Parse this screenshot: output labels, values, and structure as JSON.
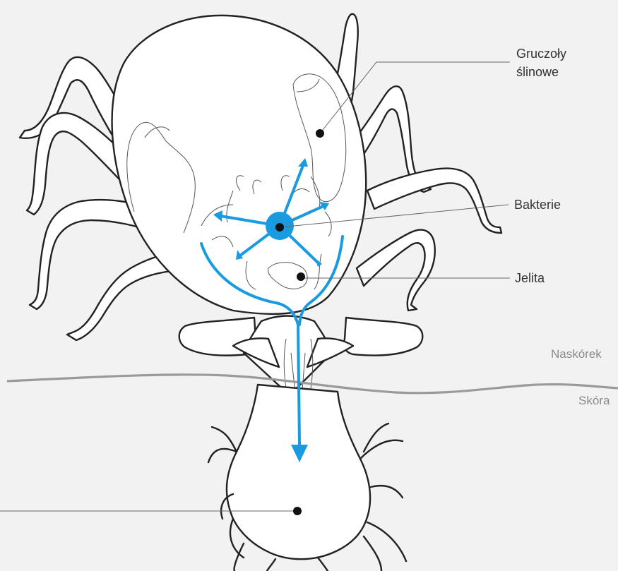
{
  "labels": {
    "salivary_glands": [
      "Gruczoły",
      "ślinowe"
    ],
    "bacteria": "Bakterie",
    "gut": "Jelita",
    "epidermis": "Naskórek",
    "skin": "Skóra"
  },
  "colors": {
    "background": "#f2f2f2",
    "accent_blue": "#1a9be0",
    "outline": "#222222",
    "skin_line": "#9a9a9a"
  }
}
